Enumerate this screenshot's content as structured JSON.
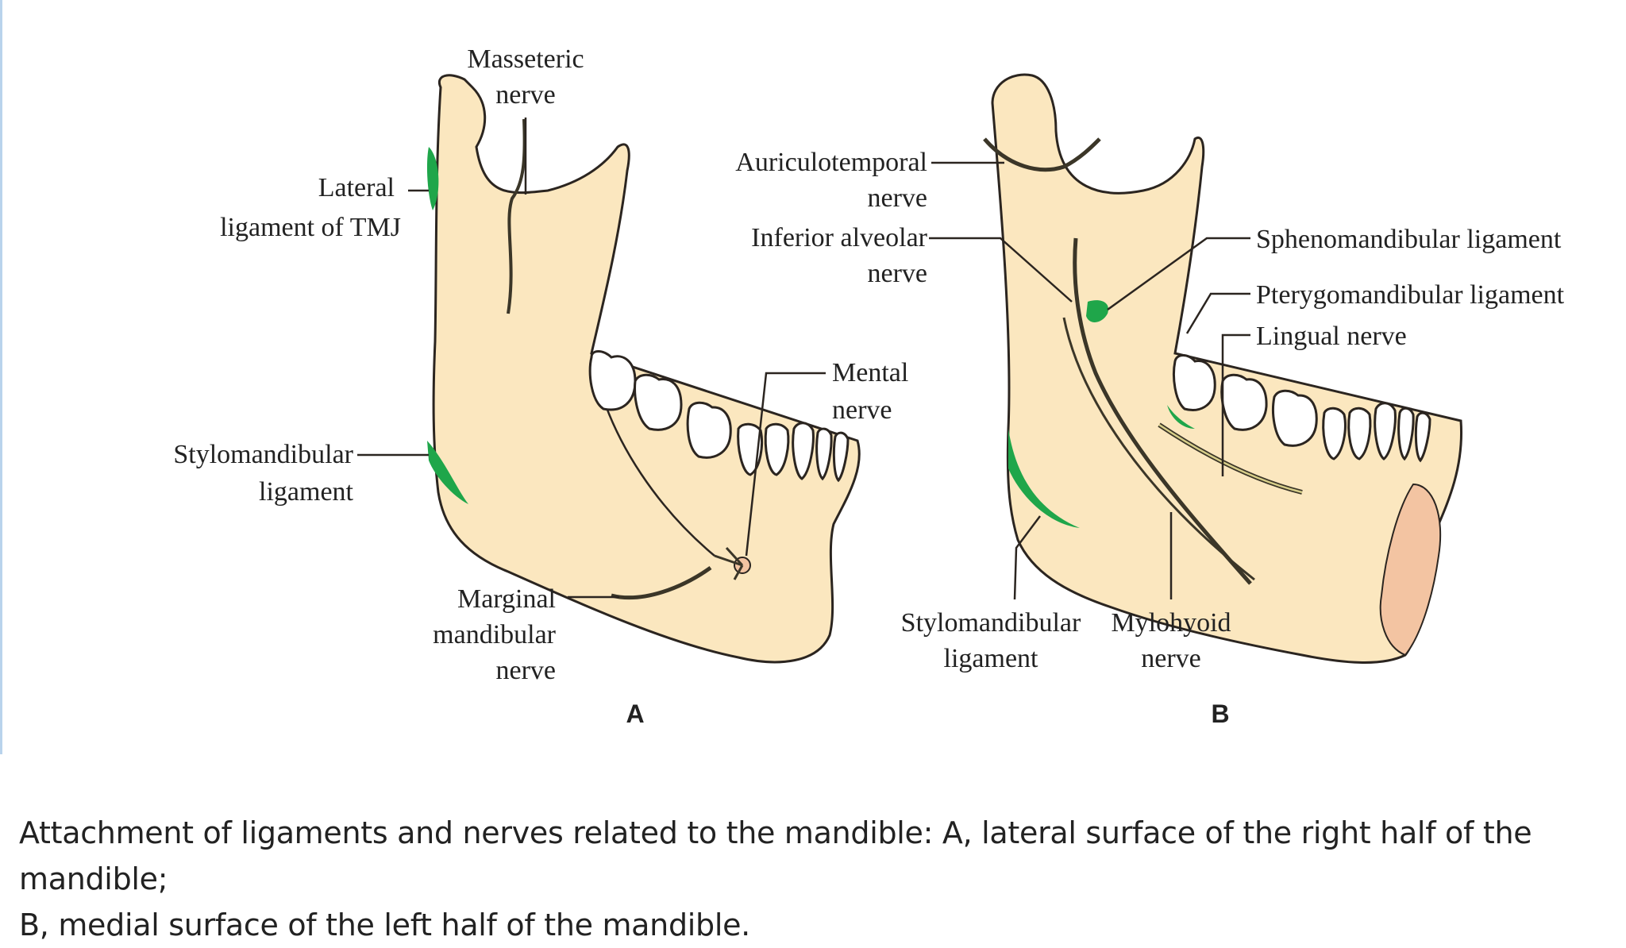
{
  "colors": {
    "bone": "#fbe7bf",
    "bone_stroke": "#2b2520",
    "ligament": "#1fa64a",
    "nerve": "#3b3628",
    "nerve_fill": "#d8cf8a",
    "teeth": "#ffffff",
    "chin_cut": "#f3c4a2",
    "caption_text": "#222222"
  },
  "panel_a": {
    "letter": "A",
    "labels": {
      "masseteric_1": "Masseteric",
      "masseteric_2": "nerve",
      "lateral_1": "Lateral",
      "lateral_2": "ligament of TMJ",
      "stylo_1": "Stylomandibular",
      "stylo_2": "ligament",
      "mental_1": "Mental",
      "mental_2": "nerve",
      "marginal_1": "Marginal",
      "marginal_2": "mandibular",
      "marginal_3": "nerve"
    }
  },
  "panel_b": {
    "letter": "B",
    "labels": {
      "auriculo_1": "Auriculotemporal",
      "auriculo_2": "nerve",
      "inferior_1": "Inferior alveolar",
      "inferior_2": "nerve",
      "spheno": "Sphenomandibular ligament",
      "pterygo": "Pterygomandibular ligament",
      "lingual": "Lingual nerve",
      "stylo_1": "Stylomandibular",
      "stylo_2": "ligament",
      "mylo_1": "Mylohyoid",
      "mylo_2": "nerve"
    }
  },
  "caption": {
    "line1_pre": "Attachment of ligaments and nerves related to the mandible: ",
    "line1_a": "A",
    "line1_post": ", lateral surface of the right half of the mandible;",
    "line2_b": "B",
    "line2_post": ", medial surface of the left half of the mandible."
  }
}
